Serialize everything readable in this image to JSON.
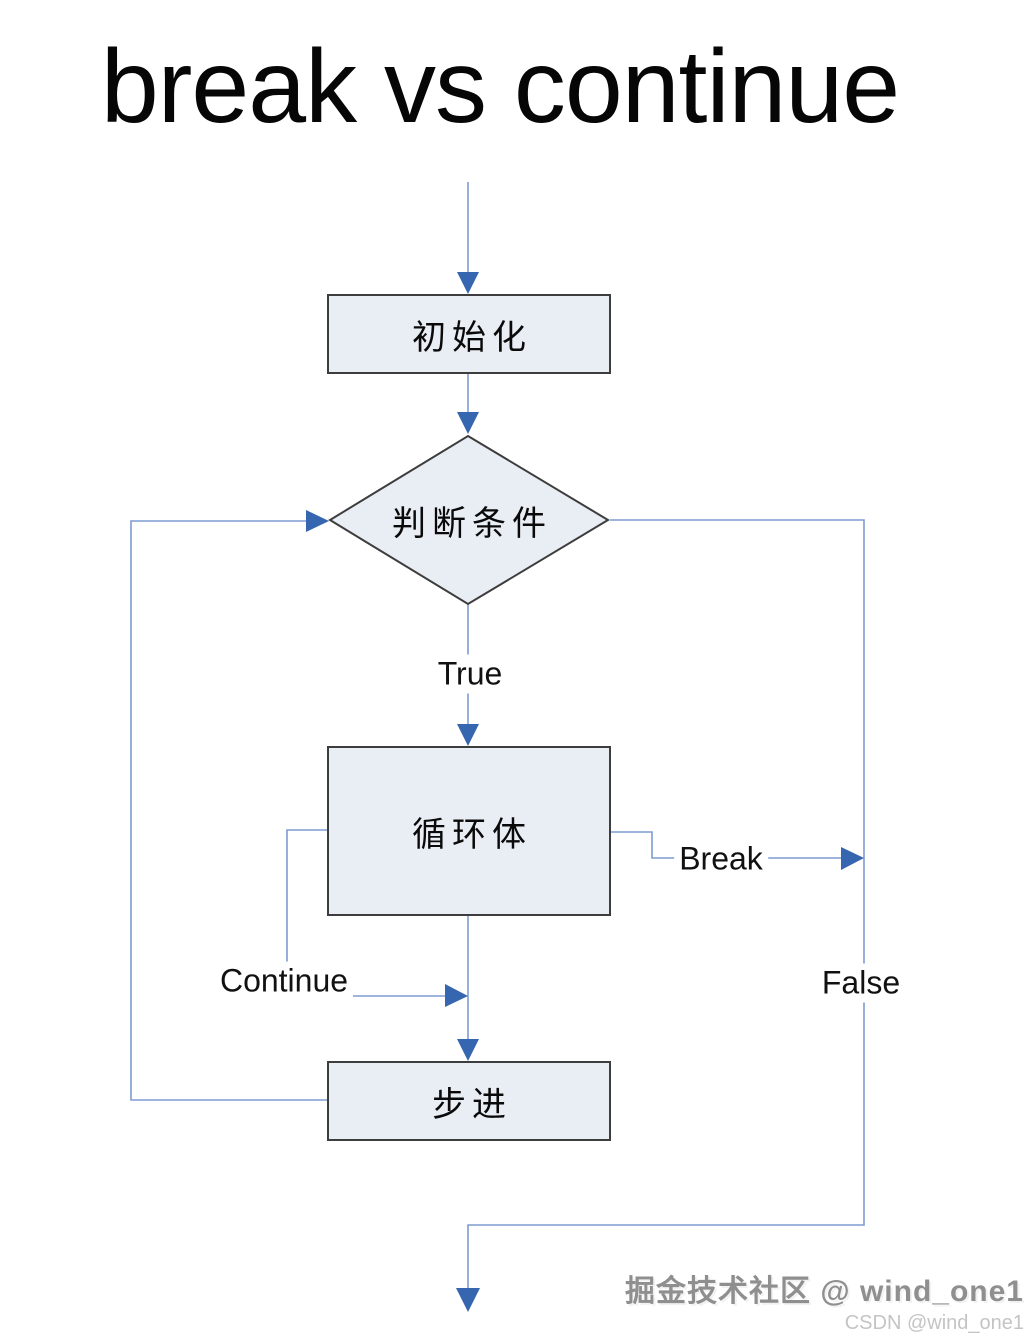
{
  "title": "break vs continue",
  "colors": {
    "connector": "#7d9bd1",
    "arrow": "#3766b0",
    "node_fill": "#e9edf4",
    "node_border": "#3d3d3d",
    "label_text": "#111111",
    "watermark_primary": "#8f8f8f",
    "watermark_secondary": "#c4c4c4"
  },
  "diagram": {
    "type": "flowchart",
    "nodes": {
      "init": {
        "label": "初始化",
        "shape": "rectangle"
      },
      "condition": {
        "label": "判断条件",
        "shape": "diamond"
      },
      "loop_body": {
        "label": "循环体",
        "shape": "rectangle"
      },
      "step": {
        "label": "步进",
        "shape": "rectangle"
      }
    },
    "edge_labels": {
      "true": "True",
      "break": "Break",
      "continue": "Continue",
      "false": "False"
    },
    "flow_summary": "start → 初始化 → 判断条件; True → 循环体 → 步进 → back to 判断条件; Break → exits to False line; Continue → skips to 步进; False → end"
  },
  "watermark": {
    "line1": "掘金技术社区 @ wind_one1",
    "line2": "CSDN @wind_one1"
  }
}
